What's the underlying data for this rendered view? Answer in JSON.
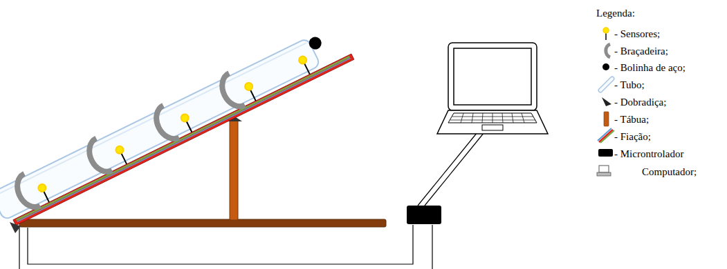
{
  "diagram": {
    "labels": [
      "Legenda:"
    ],
    "legend": [
      {
        "text": "- Sensores;"
      },
      {
        "text": "- Braçadeira;"
      },
      {
        "text": "- Bolinha de aço;"
      },
      {
        "text": "- Tubo;"
      },
      {
        "text": "- Dobradiça;"
      },
      {
        "text": "- Tábua;"
      },
      {
        "text": "- Fiação;"
      },
      {
        "text": "- Microntrolador"
      },
      {
        "text": "Computador;"
      }
    ]
  }
}
